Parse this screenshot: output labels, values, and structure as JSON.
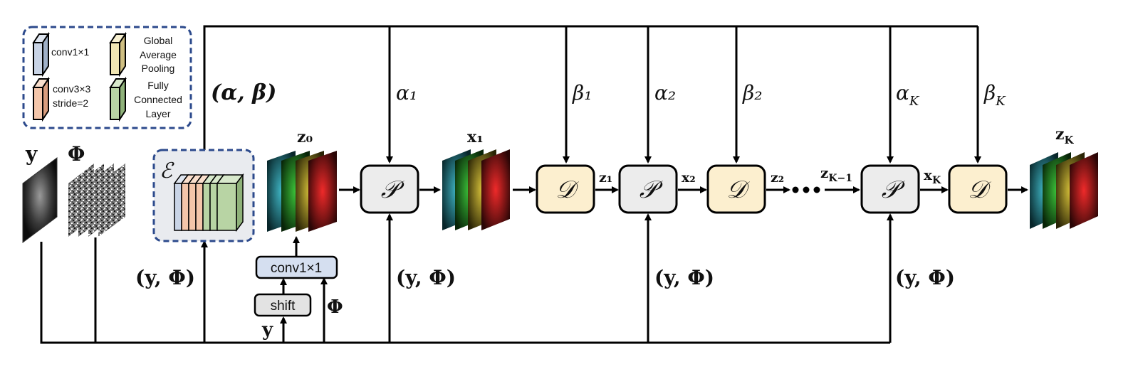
{
  "legend": {
    "conv1": "conv1×1",
    "conv3_line1": "conv3×3",
    "conv3_line2": "stride=2",
    "gap_line1": "Global",
    "gap_line2": "Average",
    "gap_line3": "Pooling",
    "fc_line1": "Fully",
    "fc_line2": "Connected",
    "fc_line3": "Layer"
  },
  "colors": {
    "conv1": "#c9d4e6",
    "conv3": "#f4c6aa",
    "gap": "#f1e6b4",
    "fc": "#b8d4a4",
    "p_block": "#ececec",
    "d_block": "#fcefcf",
    "encoder_bg": "#e9ebef",
    "legend_border": "#2c4a8c"
  },
  "inputs": {
    "y": "y",
    "phi": "Φ"
  },
  "encoder": {
    "label": "ℰ"
  },
  "params_label": "(α, β)",
  "yphi_label": "(y, Φ)",
  "pre": {
    "conv_label": "conv1×1",
    "shift_label": "shift",
    "y": "y",
    "phi": "Φ"
  },
  "z0": "z₀",
  "x1": "x₁",
  "zK": "z",
  "zK_sub": "K",
  "p_label": "𝒫",
  "d_label": "𝒟",
  "alpha1": "α₁",
  "beta1": "β₁",
  "alpha2": "α₂",
  "beta2": "β₂",
  "alphaK": "α",
  "betaK": "β",
  "K_sub": "K",
  "z1": "z₁",
  "x2": "x₂",
  "z2": "z₂",
  "zKm1": "z",
  "zKm1_sub": "K−1",
  "xK": "x",
  "xK_sub": "K",
  "dots": "···"
}
